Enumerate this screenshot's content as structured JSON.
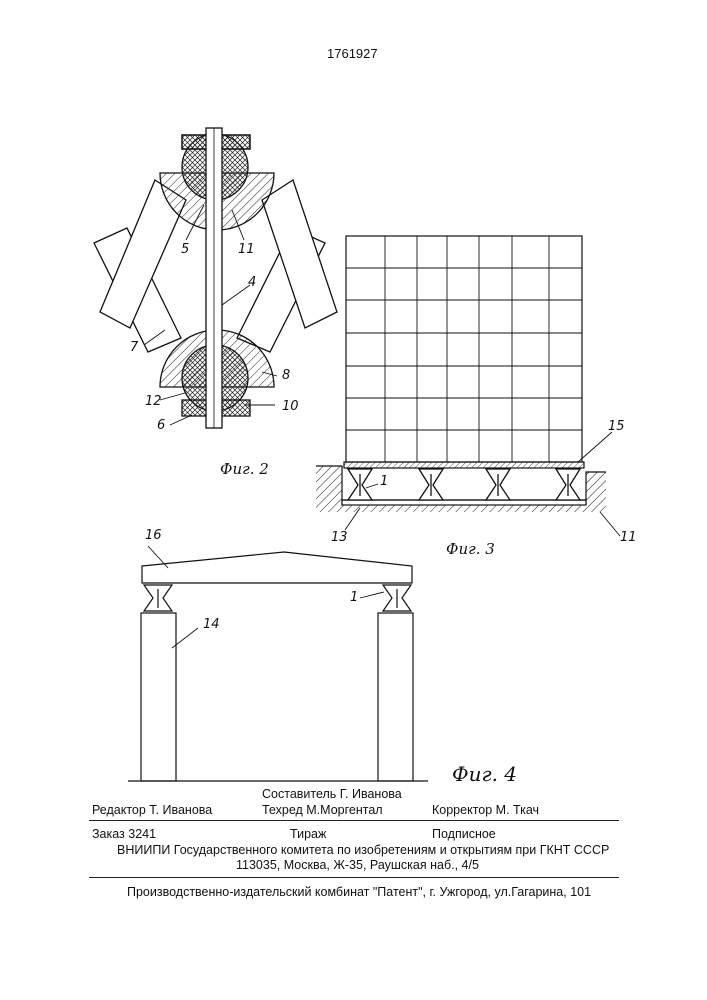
{
  "patent_number": "1761927",
  "figures": {
    "fig2": {
      "caption": "Фиг. 2",
      "labels": {
        "l5": "5",
        "l11": "11",
        "l4": "4",
        "l7": "7",
        "l8": "8",
        "l12": "12",
        "l10": "10",
        "l6": "6"
      }
    },
    "fig3": {
      "caption": "Фиг. 3",
      "labels": {
        "l15": "15",
        "l1": "1",
        "l13": "13",
        "l11": "11"
      }
    },
    "fig4": {
      "caption": "Фиг. 4",
      "labels": {
        "l16": "16",
        "l1": "1",
        "l14": "14"
      }
    }
  },
  "footer": {
    "compiler": "Составитель  Г. Иванова",
    "editor": "Редактор  Т. Иванова",
    "techred": "Техред М.Моргентал",
    "corrector": "Корректор  М. Ткач",
    "order": "Заказ  3241",
    "circulation": "Тираж",
    "subscription": "Подписное",
    "institute": "ВНИИПИ Государственного комитета по изобретениям и открытиям при ГКНТ СССР",
    "address": "113035, Москва, Ж-35, Раушская наб., 4/5",
    "publisher": "Производственно-издательский комбинат \"Патент\", г. Ужгород, ул.Гагарина, 101"
  }
}
